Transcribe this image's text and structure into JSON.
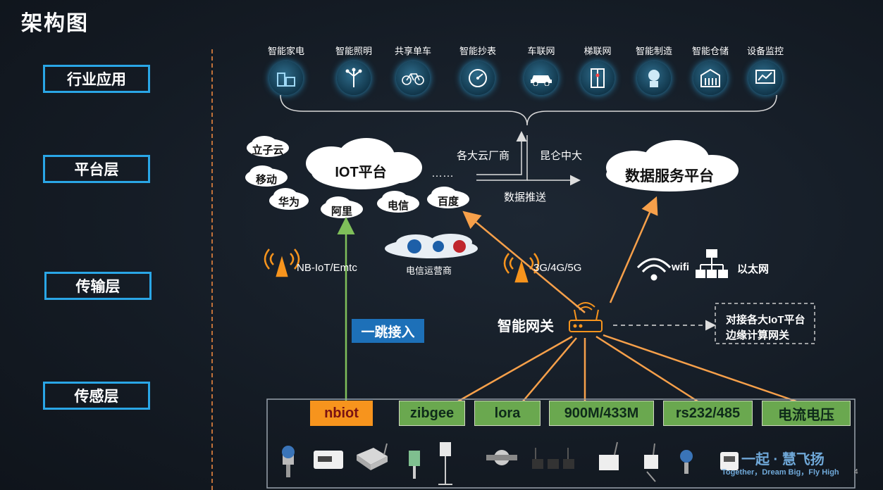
{
  "title": "架构图",
  "layers": {
    "industry": "行业应用",
    "platform": "平台层",
    "transport": "传输层",
    "sensing": "传感层"
  },
  "apps": [
    {
      "label": "智能家电",
      "icon": "appliance-icon"
    },
    {
      "label": "智能照明",
      "icon": "lighting-icon"
    },
    {
      "label": "共享单车",
      "icon": "bicycle-icon"
    },
    {
      "label": "智能抄表",
      "icon": "meter-icon"
    },
    {
      "label": "车联网",
      "icon": "car-icon"
    },
    {
      "label": "梯联网",
      "icon": "elevator-icon"
    },
    {
      "label": "智能制造",
      "icon": "manufacturing-icon"
    },
    {
      "label": "智能仓储",
      "icon": "warehouse-icon"
    },
    {
      "label": "设备监控",
      "icon": "monitor-icon"
    }
  ],
  "platform": {
    "iot": "IOT平台",
    "clouds": [
      "立子云",
      "移动",
      "华为",
      "阿里",
      "电信",
      "百度"
    ],
    "ellipsis": "……",
    "vendors": "各大云厂商",
    "kunlun": "昆仑中大",
    "push": "数据推送",
    "data_service": "数据服务平台"
  },
  "transport": {
    "nbiot": "NB-IoT/Emtc",
    "operator": "电信运营商",
    "cellular": "3G/4G/5G",
    "wifi": "wifi",
    "ethernet": "以太网",
    "one_hop": "一跳接入",
    "gateway": "智能网关",
    "edge": [
      "对接各大IoT平台",
      "边缘计算网关"
    ]
  },
  "protocols": [
    "nbiot",
    "zibgee",
    "lora",
    "900M/433M",
    "rs232/485",
    "电流电压"
  ],
  "brand": {
    "name": "一起 · 慧飞扬",
    "slogan": "Together，Dream Big，Fly High"
  },
  "page_number": "4",
  "colors": {
    "layer_border": "#2aa6e6",
    "arrow_orange": "#f7a04a",
    "arrow_green": "#7fbf5a",
    "one_hop_bg": "#1d70b8",
    "divider": "#c0713a"
  }
}
